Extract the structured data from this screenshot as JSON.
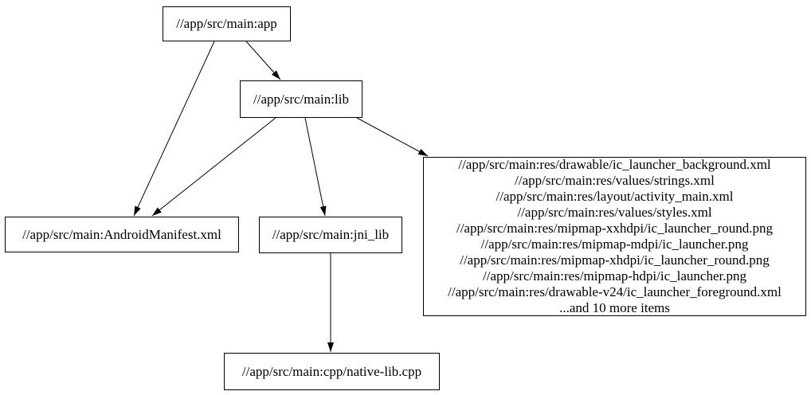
{
  "diagram": {
    "type": "dependency-graph",
    "colors": {
      "background": "#ffffff",
      "node_border": "#000000",
      "node_fill": "#ffffff",
      "text": "#000000",
      "edge": "#000000"
    },
    "nodes": {
      "app": {
        "label": "//app/src/main:app"
      },
      "lib": {
        "label": "//app/src/main:lib"
      },
      "manifest": {
        "label": "//app/src/main:AndroidManifest.xml"
      },
      "jni_lib": {
        "label": "//app/src/main:jni_lib"
      },
      "native": {
        "label": "//app/src/main:cpp/native-lib.cpp"
      },
      "resources": {
        "lines": [
          "//app/src/main:res/drawable/ic_launcher_background.xml",
          "//app/src/main:res/values/strings.xml",
          "//app/src/main:res/layout/activity_main.xml",
          "//app/src/main:res/values/styles.xml",
          "//app/src/main:res/mipmap-xxhdpi/ic_launcher_round.png",
          "//app/src/main:res/mipmap-mdpi/ic_launcher.png",
          "//app/src/main:res/mipmap-xhdpi/ic_launcher_round.png",
          "//app/src/main:res/mipmap-hdpi/ic_launcher.png",
          "//app/src/main:res/drawable-v24/ic_launcher_foreground.xml",
          "...and 10 more items"
        ]
      }
    },
    "edges": [
      {
        "from": "app",
        "to": "lib"
      },
      {
        "from": "app",
        "to": "manifest"
      },
      {
        "from": "lib",
        "to": "manifest"
      },
      {
        "from": "lib",
        "to": "jni_lib"
      },
      {
        "from": "lib",
        "to": "resources"
      },
      {
        "from": "jni_lib",
        "to": "native"
      }
    ]
  }
}
